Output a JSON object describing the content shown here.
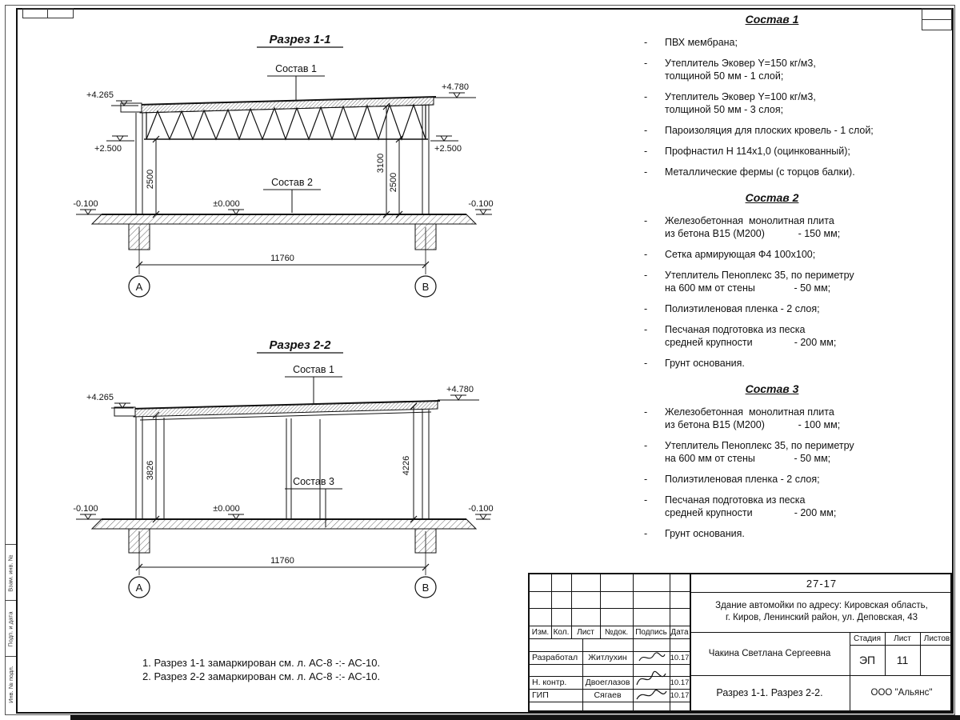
{
  "section1": {
    "title": "Разрез 1-1",
    "label_sostav1": "Состав 1",
    "label_sostav2": "Состав 2",
    "elev_left_top": "+4.265",
    "elev_right_top": "+4.780",
    "elev_left_mid": "+2.500",
    "elev_right_mid": "+2.500",
    "elev_left_low": "-0.100",
    "elev_right_low": "-0.100",
    "elev_zero": "±0.000",
    "dim_left": "2500",
    "dim_right_inner": "3100",
    "dim_right_outer": "2500",
    "dim_span": "11760",
    "axis_a": "А",
    "axis_b": "В"
  },
  "section2": {
    "title": "Разрез 2-2",
    "label_sostav1": "Состав 1",
    "label_sostav3": "Состав 3",
    "elev_left_top": "+4.265",
    "elev_right_top": "+4.780",
    "elev_left_low": "-0.100",
    "elev_right_low": "-0.100",
    "elev_zero": "±0.000",
    "dim_left": "3826",
    "dim_right": "4226",
    "dim_span": "11760",
    "axis_a": "А",
    "axis_b": "В"
  },
  "notes": {
    "line1": "1. Разрез 1-1 замаркирован см. л. АС-8 -:- АС-10.",
    "line2": "2. Разрез 2-2 замаркирован см. л. АС-8 -:- АС-10."
  },
  "compositions": [
    {
      "title": "Состав 1",
      "items": [
        {
          "lines": [
            "ПВХ мембрана;"
          ]
        },
        {
          "lines": [
            "Утеплитель Эковер Y=150 кг/м3,",
            "толщиной 50 мм - 1 слой;"
          ]
        },
        {
          "lines": [
            "Утеплитель Эковер Y=100 кг/м3,",
            "толщиной 50 мм - 3 слоя;"
          ]
        },
        {
          "lines": [
            "Пароизоляция для плоских кровель - 1 слой;"
          ]
        },
        {
          "lines": [
            "Профнастил Н 114х1,0 (оцинкованный);"
          ]
        },
        {
          "lines": [
            "Металлические фермы (с торцов балки)."
          ]
        }
      ]
    },
    {
      "title": "Состав 2",
      "items": [
        {
          "lines": [
            "Железобетонная  монолитная плита",
            "из бетона В15 (М200)            - 150 мм;"
          ]
        },
        {
          "lines": [
            "Сетка армирующая Ф4 100х100;"
          ]
        },
        {
          "lines": [
            "Утеплитель Пеноплекс 35, по периметру",
            "на 600 мм от стены              - 50 мм;"
          ]
        },
        {
          "lines": [
            "Полиэтиленовая пленка - 2 слоя;"
          ]
        },
        {
          "lines": [
            "Песчаная подготовка из песка",
            "средней крупности               - 200 мм;"
          ]
        },
        {
          "lines": [
            "Грунт основания."
          ]
        }
      ]
    },
    {
      "title": "Состав 3",
      "items": [
        {
          "lines": [
            "Железобетонная  монолитная плита",
            "из бетона В15 (М200)            - 100 мм;"
          ]
        },
        {
          "lines": [
            "Утеплитель Пеноплекс 35, по периметру",
            "на 600 мм от стены              - 50 мм;"
          ]
        },
        {
          "lines": [
            "Полиэтиленовая пленка - 2 слоя;"
          ]
        },
        {
          "lines": [
            "Песчаная подготовка из песка",
            "средней крупности               - 200 мм;"
          ]
        },
        {
          "lines": [
            "Грунт основания."
          ]
        }
      ]
    }
  ],
  "titleblock": {
    "doc_number": "27-17",
    "object_line1": "Здание автомойки по адресу: Кировская область,",
    "object_line2": "г. Киров, Ленинский район, ул. Деповская, 43",
    "header": {
      "izm": "Изм.",
      "kol": "Кол.",
      "list": "Лист",
      "ndok": "№док.",
      "podpis": "Подпись",
      "data": "Дата"
    },
    "rows": [
      {
        "role": "Разработал",
        "name": "Житлухин",
        "date": "10.17"
      },
      {
        "role": "Н. контр.",
        "name": "Двоеглазов",
        "date": "10.17"
      },
      {
        "role": "ГИП",
        "name": "Сягаев",
        "date": "10.17"
      }
    ],
    "author": "Чакина Светлана Сергеевна",
    "stage_label": "Стадия",
    "sheet_label": "Лист",
    "sheets_label": "Листов",
    "stage": "ЭП",
    "sheet": "11",
    "sheets": "",
    "sheet_title": "Разрез 1-1. Разрез 2-2.",
    "company": "ООО \"Альянс\""
  },
  "margin_labels": {
    "vzam": "Взам. инв. №",
    "podp": "Подп. и дата",
    "inv": "Инв. № подл."
  }
}
